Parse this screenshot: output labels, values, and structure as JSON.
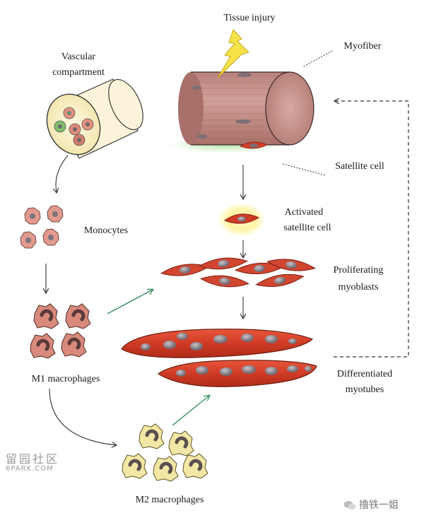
{
  "labels": {
    "tissue_injury": "Tissue injury",
    "myofiber": "Myofiber",
    "vascular_line1": "Vascular",
    "vascular_line2": "compartment",
    "satellite_cell": "Satellite cell",
    "monocytes": "Monocytes",
    "activated_line1": "Activated",
    "activated_line2": "satellite cell",
    "proliferating_line1": "Proliferating",
    "proliferating_line2": "myoblasts",
    "m1": "M1 macrophages",
    "differentiated_line1": "Differentiated",
    "differentiated_line2": "myotubes",
    "m2": "M2 macrophages"
  },
  "watermarks": {
    "left_line1": "留园社区",
    "left_line2": "6PARK.COM",
    "right": "撸铁一姐"
  },
  "colors": {
    "muscle": "#c98f87",
    "cell_red": "#d2452f",
    "cell_red_dark": "#a82f20",
    "nucleus": "#8a7f86",
    "monocyte": "#e39a8c",
    "m2_yellow": "#f2e7a4",
    "green_arrow": "#2e8b57",
    "glow": "#fff3a0",
    "lightning": "#f6e34a"
  }
}
